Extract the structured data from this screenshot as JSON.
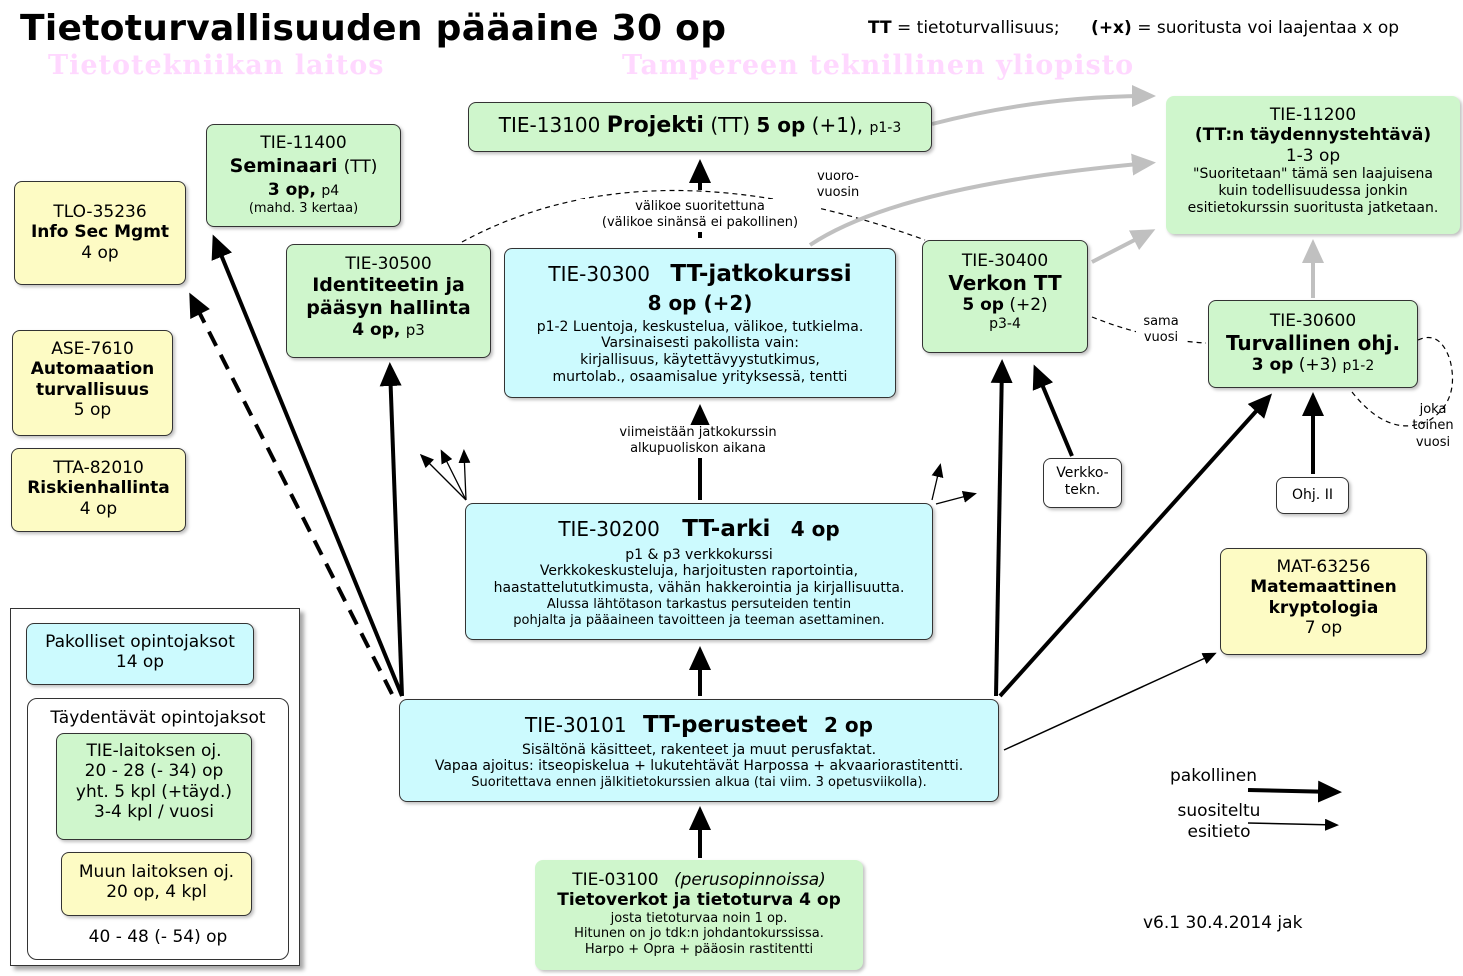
{
  "header": {
    "title": "Tietoturvallisuuden pääaine 30 op",
    "abbr_key": "TT",
    "abbr_text": "= tietoturvallisuus;",
    "ext_key": "(+x)",
    "ext_text": "= suoritusta voi laajentaa x op",
    "watermark_left": "Tietotekniikan laitos",
    "watermark_right": "Tampereen teknillinen yliopisto"
  },
  "courses": {
    "projekti": {
      "code": "TIE-13100",
      "name": "Projekti",
      "tt": "(TT)",
      "op": "5 op",
      "ext": "(+1),",
      "period": "p1-3"
    },
    "seminaari": {
      "code": "TIE-11400",
      "name": "Seminaari",
      "tt": "(TT)",
      "op": "3 op,",
      "period": "p4",
      "note": "(mahd. 3 kertaa)"
    },
    "infosec": {
      "code": "TLO-35236",
      "name": "Info Sec Mgmt",
      "op": "4 op"
    },
    "identiteetti": {
      "code": "TIE-30500",
      "name1": "Identiteetin ja",
      "name2": "pääsyn hallinta",
      "op": "4 op,",
      "period": "p3"
    },
    "jatkokurssi": {
      "code": "TIE-30300",
      "name": "TT-jatkokurssi",
      "op": "8 op  (+2)",
      "line1": "p1-2   Luentoja, keskustelua, välikoe, tutkielma.",
      "line2": "Varsinaisesti pakollista vain:",
      "line3": "kirjallisuus, käytettävyystutkimus,",
      "line4": "murtolab., osaamisalue yrityksessä, tentti"
    },
    "verkon": {
      "code": "TIE-30400",
      "name": "Verkon TT",
      "op": "5 op",
      "ext": "(+2)",
      "period": "p3-4"
    },
    "taydennys": {
      "code": "TIE-11200",
      "name": "(TT:n täydennystehtävä)",
      "op": "1-3 op",
      "line1": "\"Suoritetaan\" tämä sen laajuisena",
      "line2": "kuin todellisuudessa jonkin",
      "line3": "esitietokurssin suoritusta jatketaan."
    },
    "automaatio": {
      "code": "ASE-7610",
      "name1": "Automaation",
      "name2": "turvallisuus",
      "op": "5 op"
    },
    "riski": {
      "code": "TTA-82010",
      "name": "Riskienhallinta",
      "op": "4 op"
    },
    "turvallinen": {
      "code": "TIE-30600",
      "name": "Turvallinen ohj.",
      "op": "3 op",
      "ext": "(+3)",
      "period": "p1-2"
    },
    "arki": {
      "code": "TIE-30200",
      "name": "TT-arki",
      "op": "4 op",
      "line1": "p1 & p3   verkkokurssi",
      "line2": "Verkkokeskusteluja, harjoitusten raportointia,",
      "line3": "haastattelututkimusta, vähän hakkerointia ja kirjallisuutta.",
      "line4": "Alussa lähtötason tarkastus persuteiden tentin",
      "line5": "pohjalta ja pääaineen tavoitteen ja teeman asettaminen."
    },
    "mat": {
      "code": "MAT-63256",
      "name1": "Matemaattinen",
      "name2": "kryptologia",
      "op": "7 op"
    },
    "perusteet": {
      "code": "TIE-30101",
      "name": "TT-perusteet",
      "op": "2 op",
      "line1": "Sisältönä käsitteet, rakenteet ja muut perusfaktat.",
      "line2": "Vapaa ajoitus: itseopiskelua + lukutehtävät Harpossa  + akvaariorastitentti.",
      "line3": "Suoritettava ennen jälkitietokurssien alkua (tai viim. 3 opetusviikolla)."
    },
    "tietoverkot": {
      "code": "TIE-03100",
      "sub": "(perusopinnoissa)",
      "name": "Tietoverkot ja tietoturva 4 op",
      "line1": "josta tietoturvaa noin 1 op.",
      "line2": "Hitunen on jo tdk:n johdantokurssissa.",
      "line3": "Harpo + Opra + pääosin rastitentti"
    },
    "verkkotekn": {
      "line1": "Verkko-",
      "line2": "tekn."
    },
    "ohj2": {
      "label": "Ohj. II"
    }
  },
  "notes": {
    "valikoe1": "välikoe suoritettuna",
    "valikoe2": "(välikoe sinänsä ei pakollinen)",
    "vuoro1": "vuoro-",
    "vuoro2": "vuosin",
    "viimeistaan1": "viimeistään jatkokurssin",
    "viimeistaan2": "alkupuoliskon aikana",
    "sama1": "sama",
    "sama2": "vuosi",
    "joka1": "joka",
    "joka2": "toinen",
    "joka3": "vuosi"
  },
  "legend": {
    "pakolliset": "Pakolliset opintojaksot",
    "pakolliset_op": "14 op",
    "taydentavat": "Täydentävät opintojaksot",
    "tie1": "TIE-laitoksen oj.",
    "tie2": "20 - 28 (- 34) op",
    "tie3": "yht. 5 kpl (+täyd.)",
    "tie4": "3-4 kpl / vuosi",
    "muun1": "Muun laitoksen oj.",
    "muun2": "20 op, 4 kpl",
    "total": "40 - 48 (- 54) op",
    "pakollinen": "pakollinen",
    "suositeltu1": "suositeltu",
    "suositeltu2": "esitieto"
  },
  "version": "v6.1  30.4.2014 jak",
  "colors": {
    "green": "#cff6cc",
    "cyan": "#ccfafe",
    "yellow": "#fdfbc4",
    "arrow": "#000000",
    "gray_arrow": "#c0c0c0",
    "watermark": "#ffd8ff"
  }
}
